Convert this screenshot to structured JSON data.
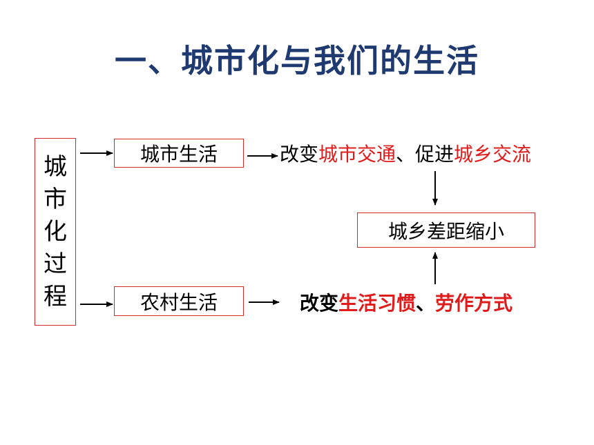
{
  "title": "一、城市化与我们的生活",
  "process_box": {
    "chars": [
      "城",
      "市",
      "化",
      "过",
      "程"
    ]
  },
  "urban_life": "城市生活",
  "rural_life": "农村生活",
  "urban_effect": {
    "prefix": "改变",
    "highlight1": "城市交通",
    "sep": "、促进",
    "highlight2": "城乡交流"
  },
  "gap": "城乡差距缩小",
  "rural_effect": {
    "prefix": "改变",
    "highlight1": "生活习惯",
    "sep": "、",
    "highlight2": "劳作方式"
  },
  "colors": {
    "title": "#1F3A70",
    "highlight": "#e01b1b",
    "box_border": "#d12a2a"
  }
}
